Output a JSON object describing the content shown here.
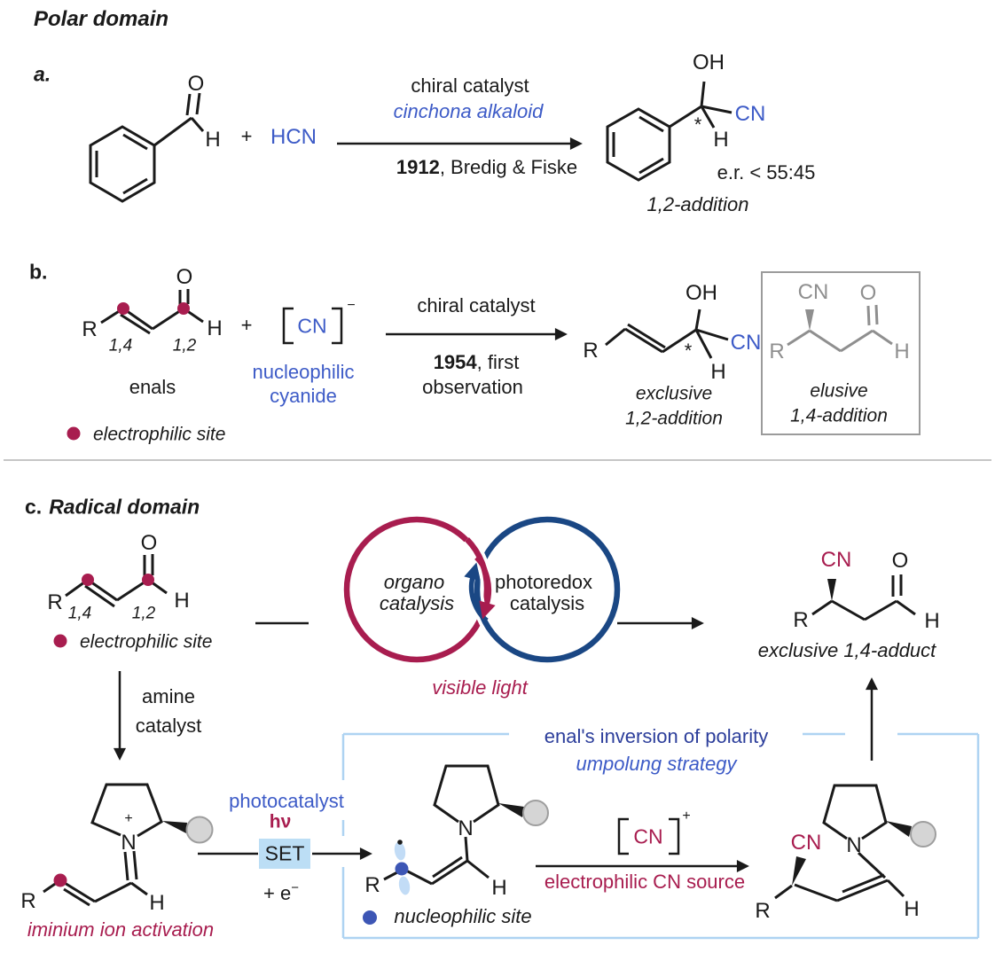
{
  "colors": {
    "crimson": "#A81D4F",
    "blue_text": "#3D5BC7",
    "navy": "#1A4784",
    "dark_blue_title": "#2C3E9B",
    "light_blue_box": "#AED3F2",
    "set_highlight": "#BCDEF5",
    "orbital_lobe": "#C2DCF6",
    "nucleophile_dot": "#3D56B5",
    "gray_structure": "#8F8F8F",
    "gray_ball": "#D5D5D5"
  },
  "polar": {
    "title": "Polar domain",
    "a": {
      "label": "a.",
      "benzaldehyde": {
        "O": "O",
        "H": "H"
      },
      "plus": "+",
      "reagent": "HCN",
      "cond_top": "chiral catalyst",
      "cond_top2": "cinchona alkaloid",
      "cond_year": "1912",
      "cond_rest": ", Bredig & Fiske",
      "product": {
        "OH": "OH",
        "star": "*",
        "CN": "CN",
        "H": "H"
      },
      "er": "e.r. < 55:45",
      "caption": "1,2-addition"
    },
    "b": {
      "label": "b.",
      "enal": {
        "R": "R",
        "p14": "1,4",
        "p12": "1,2",
        "O": "O",
        "H": "H",
        "name": "enals"
      },
      "plus": "+",
      "cyanide": {
        "CN": "CN",
        "charge": "−",
        "cap1": "nucleophilic",
        "cap2": "cyanide"
      },
      "cond_top": "chiral catalyst",
      "cond_year": "1954",
      "cond_rest": ", first",
      "cond_line2": "observation",
      "product": {
        "R": "R",
        "OH": "OH",
        "star": "*",
        "CN": "CN",
        "H": "H",
        "cap1": "exclusive",
        "cap2": "1,2-addition"
      },
      "elusive": {
        "CN": "CN",
        "O": "O",
        "R": "R",
        "H": "H",
        "cap1": "elusive",
        "cap2": "1,4-addition"
      },
      "legend": "electrophilic site"
    }
  },
  "radical": {
    "label": "c.",
    "title": "Radical domain",
    "enal": {
      "R": "R",
      "p14": "1,4",
      "p12": "1,2",
      "O": "O",
      "H": "H"
    },
    "legend_electrophilic": "electrophilic site",
    "amine1": "amine",
    "amine2": "catalyst",
    "cycles": {
      "organo1": "organo",
      "organo2": "catalysis",
      "photo1": "photoredox",
      "photo2": "catalysis",
      "caption": "visible light"
    },
    "adduct": {
      "CN": "CN",
      "O": "O",
      "R": "R",
      "H": "H",
      "caption": "exclusive 1,4-adduct"
    },
    "iminium": {
      "N": "N",
      "plus": "+",
      "H": "H",
      "R": "R",
      "caption": "iminium ion activation"
    },
    "set": {
      "top": "photocatalyst",
      "hv": "hν",
      "label": "SET",
      "e_base": "+ e",
      "e_sup": "−"
    },
    "box": {
      "title": "enal's inversion of polarity",
      "subtitle": "umpolung strategy"
    },
    "radical_mol": {
      "N": "N",
      "H": "H",
      "R": "R"
    },
    "legend_nucleophilic": "nucleophilic site",
    "cn_reagent": {
      "CN": "CN",
      "charge": "+",
      "caption": "electrophilic CN source"
    },
    "product": {
      "CN": "CN",
      "N": "N",
      "R": "R",
      "H": "H"
    }
  }
}
